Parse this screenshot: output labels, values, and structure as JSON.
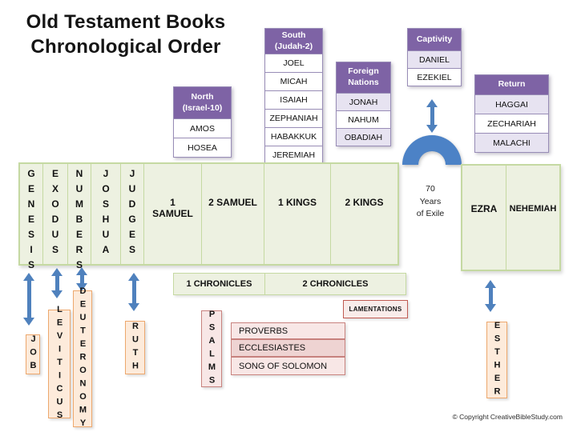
{
  "title": "Old Testament Books\nChronological Order",
  "groups": {
    "north": {
      "header": "North\n(Israel-10)",
      "items": [
        "AMOS",
        "HOSEA"
      ]
    },
    "south": {
      "header": "South\n(Judah-2)",
      "items": [
        "JOEL",
        "MICAH",
        "ISAIAH",
        "ZEPHANIAH",
        "HABAKKUK",
        "JEREMIAH"
      ]
    },
    "foreign": {
      "header": "Foreign\nNations",
      "items": [
        "JONAH",
        "NAHUM",
        "OBADIAH"
      ]
    },
    "captivity": {
      "header": "Captivity",
      "items": [
        "DANIEL",
        "EZEKIEL"
      ]
    },
    "return": {
      "header": "Return",
      "items": [
        "HAGGAI",
        "ZECHARIAH",
        "MALACHI"
      ]
    }
  },
  "timeline": {
    "pre_exile_vertical": [
      "GENESIS",
      "EXODUS",
      "NUMBERS",
      "JOSHUA",
      "JUDGES"
    ],
    "pre_exile_horizontal": [
      "1\nSAMUEL",
      "2 SAMUEL",
      "1 KINGS",
      "2 KINGS"
    ],
    "exile_label": "70\nYears\nof Exile",
    "post_exile": [
      "EZRA",
      "NEHEMIAH"
    ]
  },
  "chronicles": [
    "1 CHRONICLES",
    "2 CHRONICLES"
  ],
  "poetry_books": {
    "psalms": "PSALMS",
    "proverbs": "PROVERBS",
    "ecclesiastes": "ECCLESIASTES",
    "song": "SONG OF SOLOMON",
    "lamentations": "LAMENTATIONS"
  },
  "other_books": {
    "job": "JOB",
    "leviticus": "LEVITICUS",
    "deuteronomy": "DEUTERONOMY",
    "ruth": "RUTH",
    "esther": "ESTHER"
  },
  "copyright": "© Copyright CreativeBibleStudy.com",
  "colors": {
    "purple": "#7e63a5",
    "lavender": "#e7e3f1",
    "groupborder": "#988cb6",
    "blue": "#4f81bd",
    "archblue": "#4c82c6",
    "greenbg": "#edf1e1",
    "greenborder": "#c5d9a2",
    "peachbg": "#fdebdb",
    "orangeborder": "#eda86d",
    "pinkbg": "#f8e7e6",
    "pinkdark": "#eed3d2",
    "pinkborder": "#c8827e",
    "lambg": "#f9ecea",
    "lamborder": "#c05a52"
  }
}
